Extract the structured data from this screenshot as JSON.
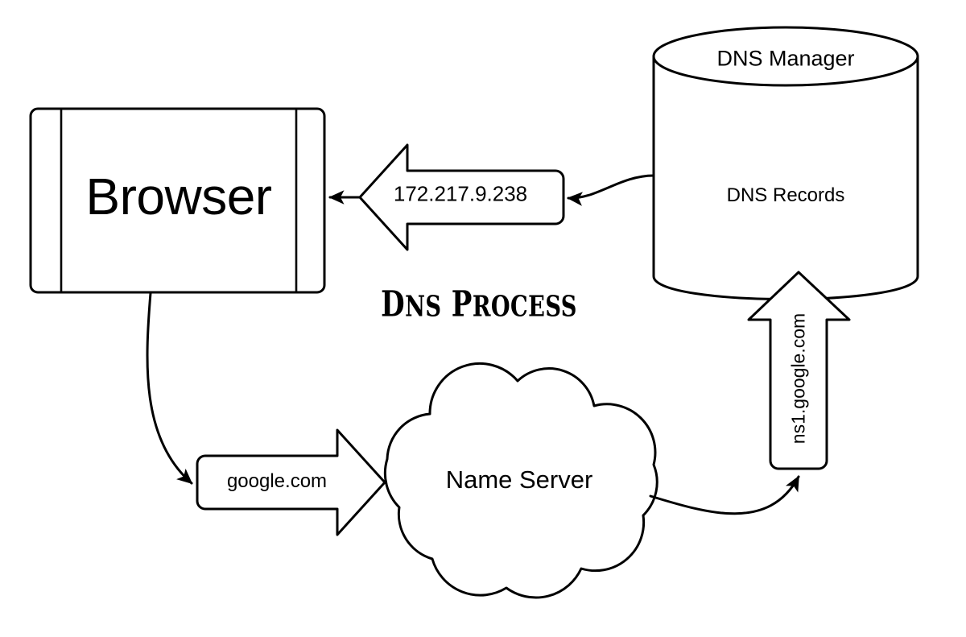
{
  "diagram": {
    "title": "DNS Process",
    "title_parts": {
      "word1_cap": "D",
      "word1_rest": "NS",
      "space": " ",
      "word2_cap": "P",
      "word2_rest": "ROCESS"
    },
    "nodes": {
      "browser": {
        "label": "Browser",
        "shape": "process-box"
      },
      "dns_manager": {
        "label": "DNS Manager",
        "body_label": "DNS Records",
        "shape": "cylinder"
      },
      "name_server": {
        "label": "Name Server",
        "shape": "cloud"
      }
    },
    "arrows": {
      "ip_response": {
        "label": "172.217.9.238",
        "direction": "left",
        "shape": "block-arrow"
      },
      "domain_query": {
        "label": "google.com",
        "direction": "right",
        "shape": "block-arrow"
      },
      "nameserver_lookup": {
        "label": "ns1.google.com",
        "direction": "up",
        "shape": "block-arrow"
      }
    },
    "connectors": [
      {
        "name": "browser-to-domain-query",
        "from": "browser",
        "to": "domain_query"
      },
      {
        "name": "dns-manager-to-ip-response",
        "from": "dns_manager",
        "to": "ip_response"
      },
      {
        "name": "name-server-to-nameserver-lookup",
        "from": "name_server",
        "to": "nameserver_lookup"
      },
      {
        "name": "ip-response-to-browser",
        "from": "ip_response",
        "to": "browser"
      }
    ],
    "colors": {
      "stroke": "#000000",
      "fill": "#ffffff",
      "text": "#000000",
      "background": "#ffffff"
    }
  }
}
